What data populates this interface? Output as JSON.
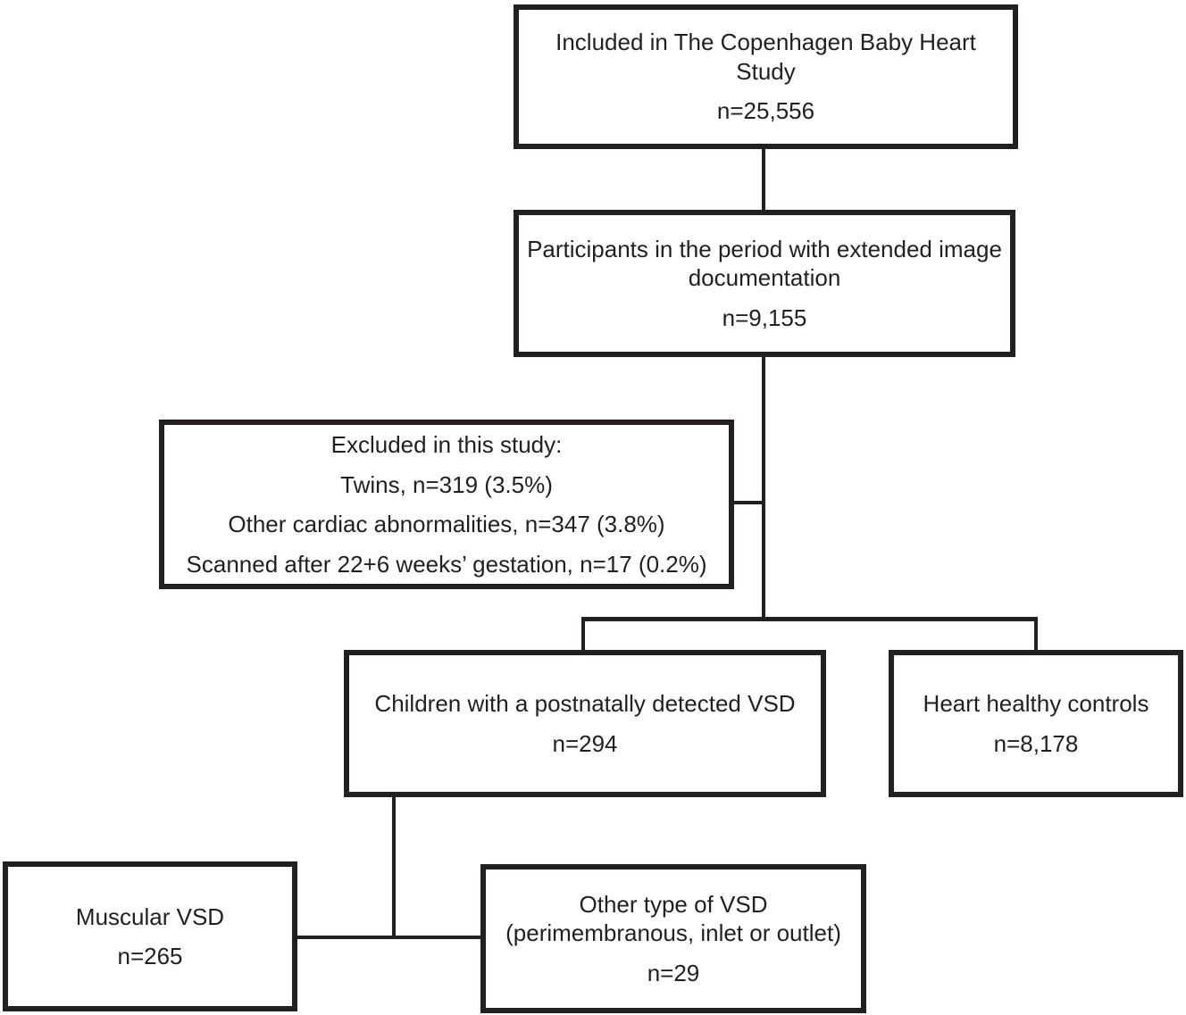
{
  "diagram": {
    "type": "flowchart",
    "subject": "Copenhagen Baby Heart Study VSD participant flow",
    "colors": {
      "line": "#231f20",
      "text": "#231f20",
      "background": "#ffffff"
    },
    "nodes": {
      "included": {
        "title": "Included in The Copenhagen Baby Heart Study",
        "count": "n=25,556"
      },
      "participants": {
        "title": "Participants in the period with extended image documentation",
        "count": "n=9,155"
      },
      "excluded": {
        "heading": "Excluded in this study:",
        "items": [
          "Twins, n=319 (3.5%)",
          "Other cardiac abnormalities, n=347 (3.8%)",
          "Scanned after 22+6 weeks’ gestation, n=17 (0.2%)"
        ]
      },
      "vsd": {
        "title": "Children with a postnatally detected VSD",
        "count": "n=294"
      },
      "controls": {
        "title": "Heart healthy controls",
        "count": "n=8,178"
      },
      "muscular": {
        "title": "Muscular VSD",
        "count": "n=265"
      },
      "other": {
        "title": "Other type of VSD",
        "subtitle": "(perimembranous, inlet or outlet)",
        "count": "n=29"
      }
    },
    "edges": [
      "included -> participants",
      "participants -> excluded (side)",
      "participants -> vsd",
      "participants -> controls",
      "vsd -> muscular",
      "vsd -> other"
    ]
  }
}
